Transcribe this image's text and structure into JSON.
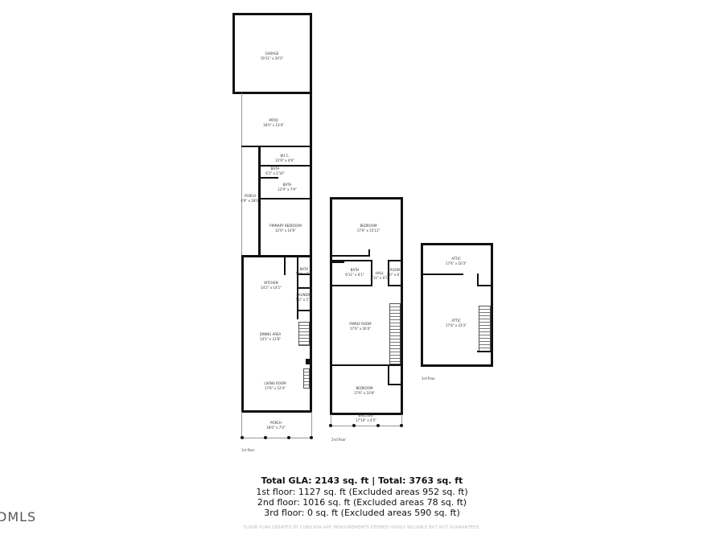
{
  "floors": [
    {
      "label": "1st floor",
      "rooms": [
        {
          "name": "GARAGE",
          "dims": "19'11\" x 20'3\""
        },
        {
          "name": "PATIO",
          "dims": "18'0\" x 13'4\""
        },
        {
          "name": "W.I.C.",
          "dims": "12'9\" x 4'9\""
        },
        {
          "name": "BATH",
          "dims": "6'1\" x 2'10\""
        },
        {
          "name": "BATH",
          "dims": "12'9\" x 7'9\""
        },
        {
          "name": "PORCH",
          "dims": "4'9\" x 28'0\""
        },
        {
          "name": "PRIMARY BEDROOM",
          "dims": "12'9\" x 14'6\""
        },
        {
          "name": "KITCHEN",
          "dims": "14'2\" x 14'1\""
        },
        {
          "name": "BATH",
          "dims": "5'0\" x 7'7\""
        },
        {
          "name": "LAUNDRY",
          "dims": "5'0\" x 5'1\""
        },
        {
          "name": "DINING AREA",
          "dims": "14'1\" x 12'8\""
        },
        {
          "name": "LIVING ROOM",
          "dims": "17'6\" x 12'4\""
        },
        {
          "name": "PORCH",
          "dims": "18'0\" x 7'0\""
        }
      ]
    },
    {
      "label": "2nd floor",
      "rooms": [
        {
          "name": "BEDROOM",
          "dims": "17'6\" x 15'11\""
        },
        {
          "name": "BATH",
          "dims": "9'11\" x 6'1\""
        },
        {
          "name": "HALL",
          "dims": "3'11\" x 6'5\""
        },
        {
          "name": "ROOM",
          "dims": "3'0\" x 6'1\""
        },
        {
          "name": "FAMILY ROOM",
          "dims": "17'6\" x 20'4\""
        },
        {
          "name": "BEDROOM",
          "dims": "17'6\" x 10'8\""
        },
        {
          "name": "BALCONY",
          "dims": "17'10\" x 4'5\""
        }
      ]
    },
    {
      "label": "3rd floor",
      "rooms": [
        {
          "name": "ATTIC",
          "dims": "17'6\" x 10'3\""
        },
        {
          "name": "ATTIC",
          "dims": "17'6\" x 23'3\""
        }
      ]
    }
  ],
  "summary": {
    "total": "Total GLA: 2143 sq. ft | Total: 3763 sq. ft",
    "lines": [
      "1st floor: 1127 sq. ft (Excluded areas 952 sq. ft)",
      "2nd floor: 1016 sq. ft (Excluded areas 78 sq. ft)",
      "3rd floor: 0 sq. ft (Excluded areas 590 sq. ft)"
    ]
  },
  "disclaimer": "FLOOR PLAN CREATED BY CUBICASA APP. MEASUREMENTS DEEMED HIGHLY RELIABLE BUT NOT GUARANTEED.",
  "logo": "DMLS"
}
